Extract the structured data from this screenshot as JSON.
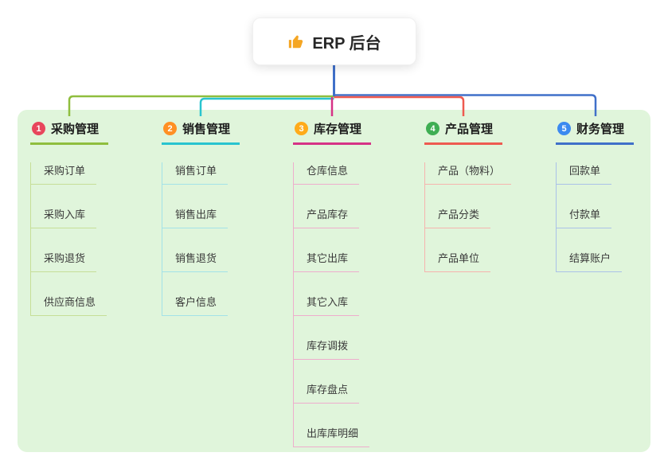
{
  "root": {
    "label": "ERP 后台",
    "icon": "thumbs-up-icon",
    "icon_color": "#f5a623"
  },
  "colors": {
    "boundary_bg": "#e0f5db",
    "root_connector": "#4070c9"
  },
  "branches": [
    {
      "num": "1",
      "label": "采购管理",
      "badge_color": "#e8465c",
      "line_color": "#8fbe3e",
      "child_line_color": "#c6de97",
      "children": [
        "采购订单",
        "采购入库",
        "采购退货",
        "供应商信息"
      ]
    },
    {
      "num": "2",
      "label": "销售管理",
      "badge_color": "#ff9024",
      "line_color": "#29c4cf",
      "child_line_color": "#a3e2e8",
      "children": [
        "销售订单",
        "销售出库",
        "销售退货",
        "客户信息"
      ]
    },
    {
      "num": "3",
      "label": "库存管理",
      "badge_color": "#ffab1a",
      "line_color": "#d63286",
      "child_line_color": "#eeadcd",
      "children": [
        "仓库信息",
        "产品库存",
        "其它出库",
        "其它入库",
        "库存调拨",
        "库存盘点",
        "出库库明细"
      ]
    },
    {
      "num": "4",
      "label": "产品管理",
      "badge_color": "#3fae53",
      "line_color": "#ee5a50",
      "child_line_color": "#f6b4ae",
      "children": [
        "产品（物料）",
        "产品分类",
        "产品单位"
      ]
    },
    {
      "num": "5",
      "label": "财务管理",
      "badge_color": "#3c8af0",
      "line_color": "#4070c9",
      "child_line_color": "#aac1e8",
      "children": [
        "回款单",
        "付款单",
        "结算账户"
      ]
    }
  ]
}
